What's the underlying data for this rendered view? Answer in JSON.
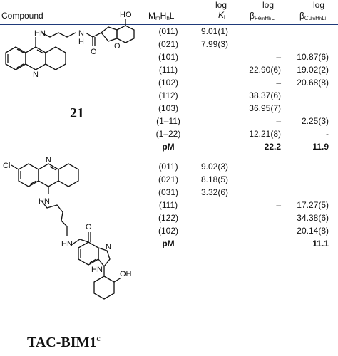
{
  "headers": {
    "compound": "Compound",
    "species": {
      "M": "M",
      "m": "m",
      "H": "H",
      "h": "h",
      "L": "L",
      "l": "l"
    },
    "logki": {
      "log": "log",
      "K": "K",
      "i": "i"
    },
    "betafe": {
      "log": "log",
      "beta": "β",
      "sub": "Fe",
      "subsub": "m",
      "H": "H",
      "h": "h",
      "L": "L",
      "l": "l"
    },
    "betacu": {
      "log": "log",
      "beta": "β",
      "sub": "Cu",
      "subsub": "m",
      "H": "H",
      "h": "h",
      "L": "L",
      "l": "l"
    }
  },
  "compound1": {
    "label": "21",
    "atoms": {
      "oh": "HO",
      "o": "O",
      "n": "N",
      "hn": "H",
      "nh": "N",
      "hn2": "H",
      "o2": "O"
    },
    "rows": [
      {
        "code": "(011)",
        "ki": "9.01(1)",
        "fe": "",
        "cu": ""
      },
      {
        "code": "(021)",
        "ki": "7.99(3)",
        "fe": "",
        "cu": ""
      },
      {
        "code": "(101)",
        "ki": "",
        "fe": "–",
        "cu": "10.87(6)"
      },
      {
        "code": "(111)",
        "ki": "",
        "fe": "22.90(6)",
        "cu": "19.02(2)"
      },
      {
        "code": "(102)",
        "ki": "",
        "fe": "–",
        "cu": "20.68(8)"
      },
      {
        "code": "(112)",
        "ki": "",
        "fe": "38.37(6)",
        "cu": ""
      },
      {
        "code": "(103)",
        "ki": "",
        "fe": "36.95(7)",
        "cu": ""
      },
      {
        "code": "(1–11)",
        "ki": "",
        "fe": "–",
        "cu": "2.25(3)"
      },
      {
        "code": "(1–22)",
        "ki": "",
        "fe": "12.21(8)",
        "cu": "-"
      }
    ],
    "pm": {
      "code": "pM",
      "fe": "22.2",
      "cu": "11.9"
    }
  },
  "compound2": {
    "label": "TAC-BIM1",
    "label_sup": "c",
    "atoms": {
      "cl": "Cl",
      "n": "N",
      "hn": "HN",
      "hn2": "HN",
      "o": "O",
      "n2": "N",
      "hn3": "H",
      "n3": "N",
      "oh": "OH"
    },
    "rows": [
      {
        "code": "(011)",
        "ki": "9.02(3)",
        "fe": "",
        "cu": ""
      },
      {
        "code": "(021)",
        "ki": "8.18(5)",
        "fe": "",
        "cu": ""
      },
      {
        "code": "(031)",
        "ki": "3.32(6)",
        "fe": "",
        "cu": ""
      },
      {
        "code": "(111)",
        "ki": "",
        "fe": "–",
        "cu": "17.27(5)"
      },
      {
        "code": "(122)",
        "ki": "",
        "fe": "",
        "cu": "34.38(6)"
      },
      {
        "code": "(102)",
        "ki": "",
        "fe": "",
        "cu": "20.14(8)"
      }
    ],
    "pm": {
      "code": "pM",
      "fe": "",
      "cu": "11.1"
    }
  }
}
